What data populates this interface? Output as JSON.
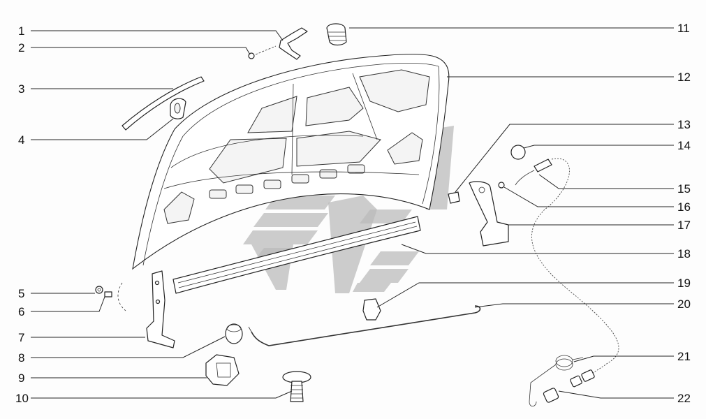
{
  "diagram": {
    "callouts_left": [
      {
        "id": "1",
        "label": "1"
      },
      {
        "id": "2",
        "label": "2"
      },
      {
        "id": "3",
        "label": "3"
      },
      {
        "id": "4",
        "label": "4"
      },
      {
        "id": "5",
        "label": "5"
      },
      {
        "id": "6",
        "label": "6"
      },
      {
        "id": "7",
        "label": "7"
      },
      {
        "id": "8",
        "label": "8"
      },
      {
        "id": "9",
        "label": "9"
      },
      {
        "id": "10",
        "label": "10"
      }
    ],
    "callouts_right": [
      {
        "id": "11",
        "label": "11"
      },
      {
        "id": "12",
        "label": "12"
      },
      {
        "id": "13",
        "label": "13"
      },
      {
        "id": "14",
        "label": "14"
      },
      {
        "id": "15",
        "label": "15"
      },
      {
        "id": "16",
        "label": "16"
      },
      {
        "id": "17",
        "label": "17"
      },
      {
        "id": "18",
        "label": "18"
      },
      {
        "id": "19",
        "label": "19"
      },
      {
        "id": "20",
        "label": "20"
      },
      {
        "id": "21",
        "label": "21"
      },
      {
        "id": "22",
        "label": "22"
      }
    ],
    "colors": {
      "line": "#222222",
      "watermark": "#b8b8b8",
      "background": "#fdfdfd"
    }
  }
}
